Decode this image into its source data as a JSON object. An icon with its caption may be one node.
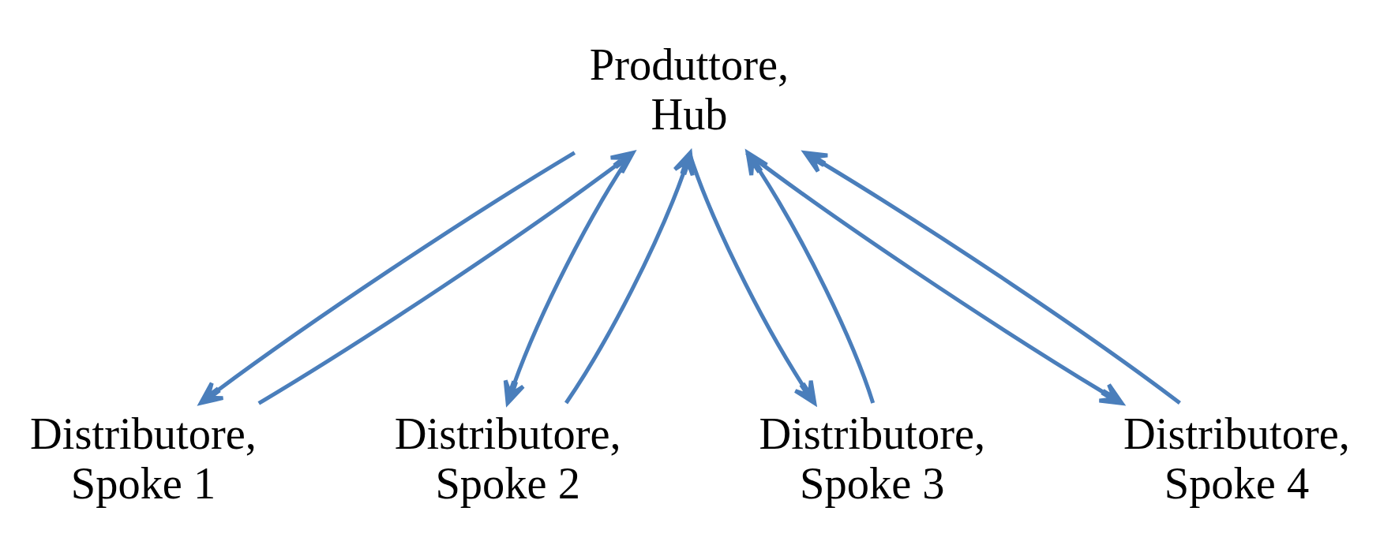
{
  "diagram": {
    "nodes": [
      {
        "text": [
          "Produttore, Hub"
        ]
      },
      {
        "text": [
          "Distributore, Spoke 1"
        ]
      },
      {
        "text": [
          "Distributore, Spoke 2"
        ]
      },
      {
        "text": [
          "Distributore, Spoke 3"
        ]
      },
      {
        "text": [
          "Distributore, Spoke 4"
        ]
      }
    ],
    "edges": [
      {
        "from": 1,
        "to": 0,
        "arrow": "to"
      },
      {
        "from": 0,
        "to": 1,
        "arrow": "to"
      },
      {
        "from": 0,
        "to": 2,
        "arrow": "to"
      },
      {
        "from": 2,
        "to": 0,
        "arrow": "to"
      },
      {
        "from": 0,
        "to": 3,
        "arrow": "to"
      },
      {
        "from": 3,
        "to": 0,
        "arrow": "to"
      },
      {
        "from": 4,
        "to": 0,
        "arrow": "to"
      },
      {
        "from": 0,
        "to": 4,
        "arrow": "to"
      }
    ]
  }
}
